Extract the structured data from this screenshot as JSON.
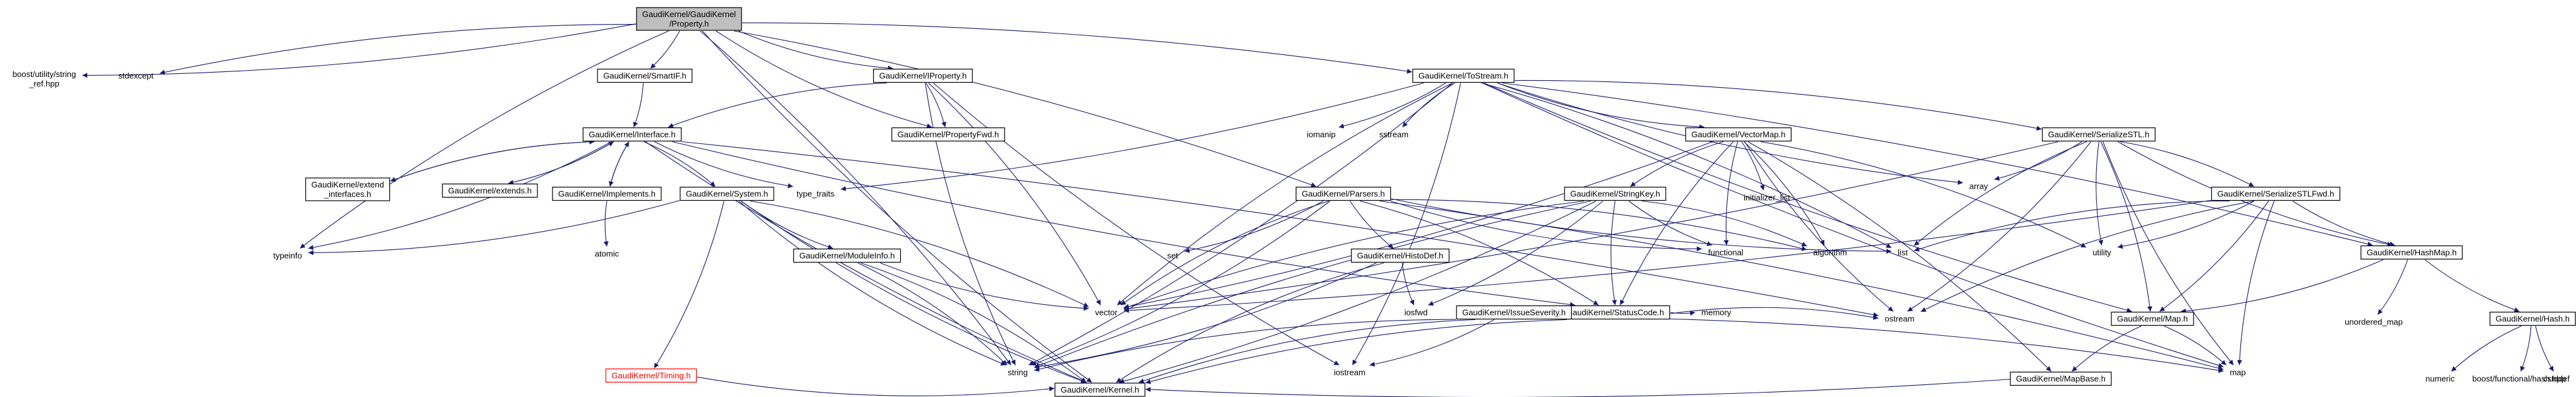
{
  "colors": {
    "edge": "#191970",
    "root_fill": "#bfbfbf",
    "box_stroke": "#000000",
    "missing_stroke": "#ff0000"
  },
  "nodes": {
    "property": {
      "lines": [
        "GaudiKernel/GaudiKernel",
        "/Property.h"
      ],
      "kind": "root"
    },
    "boost_string_ref": {
      "lines": [
        "boost/utility/string",
        "_ref.hpp"
      ],
      "kind": "leaf"
    },
    "stdexcept": {
      "lines": [
        "stdexcept"
      ],
      "kind": "leaf"
    },
    "smartif": {
      "lines": [
        "GaudiKernel/SmartIF.h"
      ],
      "kind": "box"
    },
    "iproperty": {
      "lines": [
        "GaudiKernel/IProperty.h"
      ],
      "kind": "box"
    },
    "tostream": {
      "lines": [
        "GaudiKernel/ToStream.h"
      ],
      "kind": "box"
    },
    "interface": {
      "lines": [
        "GaudiKernel/Interface.h"
      ],
      "kind": "box"
    },
    "propertyfwd": {
      "lines": [
        "GaudiKernel/PropertyFwd.h"
      ],
      "kind": "box"
    },
    "iomanip": {
      "lines": [
        "iomanip"
      ],
      "kind": "leaf"
    },
    "sstream": {
      "lines": [
        "sstream"
      ],
      "kind": "leaf"
    },
    "type_traits": {
      "lines": [
        "type_traits"
      ],
      "kind": "leaf"
    },
    "vectormap": {
      "lines": [
        "GaudiKernel/VectorMap.h"
      ],
      "kind": "box"
    },
    "serializestl": {
      "lines": [
        "GaudiKernel/SerializeSTL.h"
      ],
      "kind": "box"
    },
    "array": {
      "lines": [
        "array"
      ],
      "kind": "leaf"
    },
    "extend_interfaces": {
      "lines": [
        "GaudiKernel/extend",
        "_interfaces.h"
      ],
      "kind": "box"
    },
    "extends": {
      "lines": [
        "GaudiKernel/extends.h"
      ],
      "kind": "box"
    },
    "implements": {
      "lines": [
        "GaudiKernel/Implements.h"
      ],
      "kind": "box"
    },
    "system": {
      "lines": [
        "GaudiKernel/System.h"
      ],
      "kind": "box"
    },
    "parsers": {
      "lines": [
        "GaudiKernel/Parsers.h"
      ],
      "kind": "box"
    },
    "initializer_list": {
      "lines": [
        "initializer_list"
      ],
      "kind": "leaf"
    },
    "stringkey": {
      "lines": [
        "GaudiKernel/StringKey.h"
      ],
      "kind": "box"
    },
    "serializestlfwd": {
      "lines": [
        "GaudiKernel/SerializeSTLFwd.h"
      ],
      "kind": "box"
    },
    "atomic": {
      "lines": [
        "atomic"
      ],
      "kind": "leaf"
    },
    "typeinfo": {
      "lines": [
        "typeinfo"
      ],
      "kind": "leaf"
    },
    "moduleinfo": {
      "lines": [
        "GaudiKernel/ModuleInfo.h"
      ],
      "kind": "box"
    },
    "set": {
      "lines": [
        "set"
      ],
      "kind": "leaf"
    },
    "histodef": {
      "lines": [
        "GaudiKernel/HistoDef.h"
      ],
      "kind": "box"
    },
    "functional": {
      "lines": [
        "functional"
      ],
      "kind": "leaf"
    },
    "algorithm": {
      "lines": [
        "algorithm"
      ],
      "kind": "leaf"
    },
    "list": {
      "lines": [
        "list"
      ],
      "kind": "leaf"
    },
    "utility": {
      "lines": [
        "utility"
      ],
      "kind": "leaf"
    },
    "hashmap": {
      "lines": [
        "GaudiKernel/HashMap.h"
      ],
      "kind": "box"
    },
    "statuscode": {
      "lines": [
        "GaudiKernel/StatusCode.h"
      ],
      "kind": "box"
    },
    "vector": {
      "lines": [
        "vector"
      ],
      "kind": "leaf"
    },
    "iosfwd": {
      "lines": [
        "iosfwd"
      ],
      "kind": "leaf"
    },
    "memory": {
      "lines": [
        "memory"
      ],
      "kind": "leaf"
    },
    "ostream": {
      "lines": [
        "ostream"
      ],
      "kind": "leaf"
    },
    "unordered_map": {
      "lines": [
        "unordered_map"
      ],
      "kind": "leaf"
    },
    "issueseverity": {
      "lines": [
        "GaudiKernel/IssueSeverity.h"
      ],
      "kind": "box"
    },
    "gmap": {
      "lines": [
        "GaudiKernel/Map.h"
      ],
      "kind": "box"
    },
    "hash": {
      "lines": [
        "GaudiKernel/Hash.h"
      ],
      "kind": "box"
    },
    "timing": {
      "lines": [
        "GaudiKernel/Timing.h"
      ],
      "kind": "red"
    },
    "string": {
      "lines": [
        "string"
      ],
      "kind": "leaf"
    },
    "iostream": {
      "lines": [
        "iostream"
      ],
      "kind": "leaf"
    },
    "map": {
      "lines": [
        "map"
      ],
      "kind": "leaf"
    },
    "numeric": {
      "lines": [
        "numeric"
      ],
      "kind": "leaf"
    },
    "boost_hash": {
      "lines": [
        "boost/functional/hash.hpp"
      ],
      "kind": "leaf"
    },
    "cstddef": {
      "lines": [
        "cstddef"
      ],
      "kind": "leaf"
    },
    "mapbase": {
      "lines": [
        "GaudiKernel/MapBase.h"
      ],
      "kind": "box"
    },
    "kernel": {
      "lines": [
        "GaudiKernel/Kernel.h"
      ],
      "kind": "box"
    }
  },
  "edges": [
    [
      "property",
      "boost_string_ref"
    ],
    [
      "property",
      "stdexcept"
    ],
    [
      "property",
      "smartif"
    ],
    [
      "property",
      "iproperty"
    ],
    [
      "property",
      "tostream"
    ],
    [
      "property",
      "propertyfwd"
    ],
    [
      "property",
      "parsers"
    ],
    [
      "property",
      "typeinfo"
    ],
    [
      "property",
      "string"
    ],
    [
      "property",
      "kernel"
    ],
    [
      "smartif",
      "interface"
    ],
    [
      "iproperty",
      "interface"
    ],
    [
      "iproperty",
      "propertyfwd"
    ],
    [
      "iproperty",
      "string"
    ],
    [
      "iproperty",
      "vector"
    ],
    [
      "iproperty",
      "iostream"
    ],
    [
      "tostream",
      "iomanip"
    ],
    [
      "tostream",
      "sstream"
    ],
    [
      "tostream",
      "type_traits"
    ],
    [
      "tostream",
      "vectormap"
    ],
    [
      "tostream",
      "serializestl"
    ],
    [
      "tostream",
      "array"
    ],
    [
      "tostream",
      "list"
    ],
    [
      "tostream",
      "map"
    ],
    [
      "tostream",
      "string"
    ],
    [
      "tostream",
      "vector"
    ],
    [
      "tostream",
      "iostream"
    ],
    [
      "tostream",
      "gmap"
    ],
    [
      "tostream",
      "hashmap"
    ],
    [
      "interface",
      "extend_interfaces"
    ],
    [
      "interface",
      "extends"
    ],
    [
      "interface",
      "implements"
    ],
    [
      "interface",
      "system"
    ],
    [
      "interface",
      "type_traits"
    ],
    [
      "interface",
      "typeinfo"
    ],
    [
      "interface",
      "statuscode"
    ],
    [
      "interface",
      "ostream"
    ],
    [
      "interface",
      "kernel"
    ],
    [
      "extend_interfaces",
      "interface"
    ],
    [
      "extends",
      "interface"
    ],
    [
      "implements",
      "interface"
    ],
    [
      "implements",
      "atomic"
    ],
    [
      "system",
      "typeinfo"
    ],
    [
      "system",
      "moduleinfo"
    ],
    [
      "system",
      "timing"
    ],
    [
      "system",
      "string"
    ],
    [
      "system",
      "vector"
    ],
    [
      "system",
      "kernel"
    ],
    [
      "moduleinfo",
      "string"
    ],
    [
      "moduleinfo",
      "vector"
    ],
    [
      "moduleinfo",
      "kernel"
    ],
    [
      "timing",
      "kernel"
    ],
    [
      "parsers",
      "set"
    ],
    [
      "parsers",
      "histodef"
    ],
    [
      "parsers",
      "statuscode"
    ],
    [
      "parsers",
      "vector"
    ],
    [
      "parsers",
      "string"
    ],
    [
      "parsers",
      "list"
    ],
    [
      "parsers",
      "map"
    ],
    [
      "parsers",
      "functional"
    ],
    [
      "parsers",
      "algorithm"
    ],
    [
      "histodef",
      "iosfwd"
    ],
    [
      "histodef",
      "string"
    ],
    [
      "histodef",
      "kernel"
    ],
    [
      "vectormap",
      "initializer_list"
    ],
    [
      "vectormap",
      "functional"
    ],
    [
      "vectormap",
      "algorithm"
    ],
    [
      "vectormap",
      "stringkey"
    ],
    [
      "vectormap",
      "vector"
    ],
    [
      "vectormap",
      "ostream"
    ],
    [
      "vectormap",
      "mapbase"
    ],
    [
      "vectormap",
      "statuscode"
    ],
    [
      "vectormap",
      "utility"
    ],
    [
      "stringkey",
      "functional"
    ],
    [
      "stringkey",
      "algorithm"
    ],
    [
      "stringkey",
      "string"
    ],
    [
      "stringkey",
      "iosfwd"
    ],
    [
      "stringkey",
      "statuscode"
    ],
    [
      "stringkey",
      "kernel"
    ],
    [
      "stringkey",
      "vector"
    ],
    [
      "statuscode",
      "issueseverity"
    ],
    [
      "statuscode",
      "memory"
    ],
    [
      "statuscode",
      "ostream"
    ],
    [
      "statuscode",
      "kernel"
    ],
    [
      "issueseverity",
      "map"
    ],
    [
      "issueseverity",
      "string"
    ],
    [
      "issueseverity",
      "iostream"
    ],
    [
      "issueseverity",
      "kernel"
    ],
    [
      "serializestl",
      "array"
    ],
    [
      "serializestl",
      "list"
    ],
    [
      "serializestl",
      "serializestlfwd"
    ],
    [
      "serializestl",
      "hashmap"
    ],
    [
      "serializestl",
      "gmap"
    ],
    [
      "serializestl",
      "utility"
    ],
    [
      "serializestl",
      "ostream"
    ],
    [
      "serializestl",
      "map"
    ],
    [
      "serializestl",
      "vector"
    ],
    [
      "serializestlfwd",
      "list"
    ],
    [
      "serializestlfwd",
      "utility"
    ],
    [
      "serializestlfwd",
      "hashmap"
    ],
    [
      "serializestlfwd",
      "gmap"
    ],
    [
      "serializestlfwd",
      "map"
    ],
    [
      "serializestlfwd",
      "vector"
    ],
    [
      "serializestlfwd",
      "ostream"
    ],
    [
      "hashmap",
      "unordered_map"
    ],
    [
      "hashmap",
      "hash"
    ],
    [
      "hashmap",
      "gmap"
    ],
    [
      "hash",
      "numeric"
    ],
    [
      "hash",
      "boost_hash"
    ],
    [
      "hash",
      "cstddef"
    ],
    [
      "gmap",
      "map"
    ],
    [
      "gmap",
      "mapbase"
    ],
    [
      "mapbase",
      "kernel"
    ]
  ]
}
